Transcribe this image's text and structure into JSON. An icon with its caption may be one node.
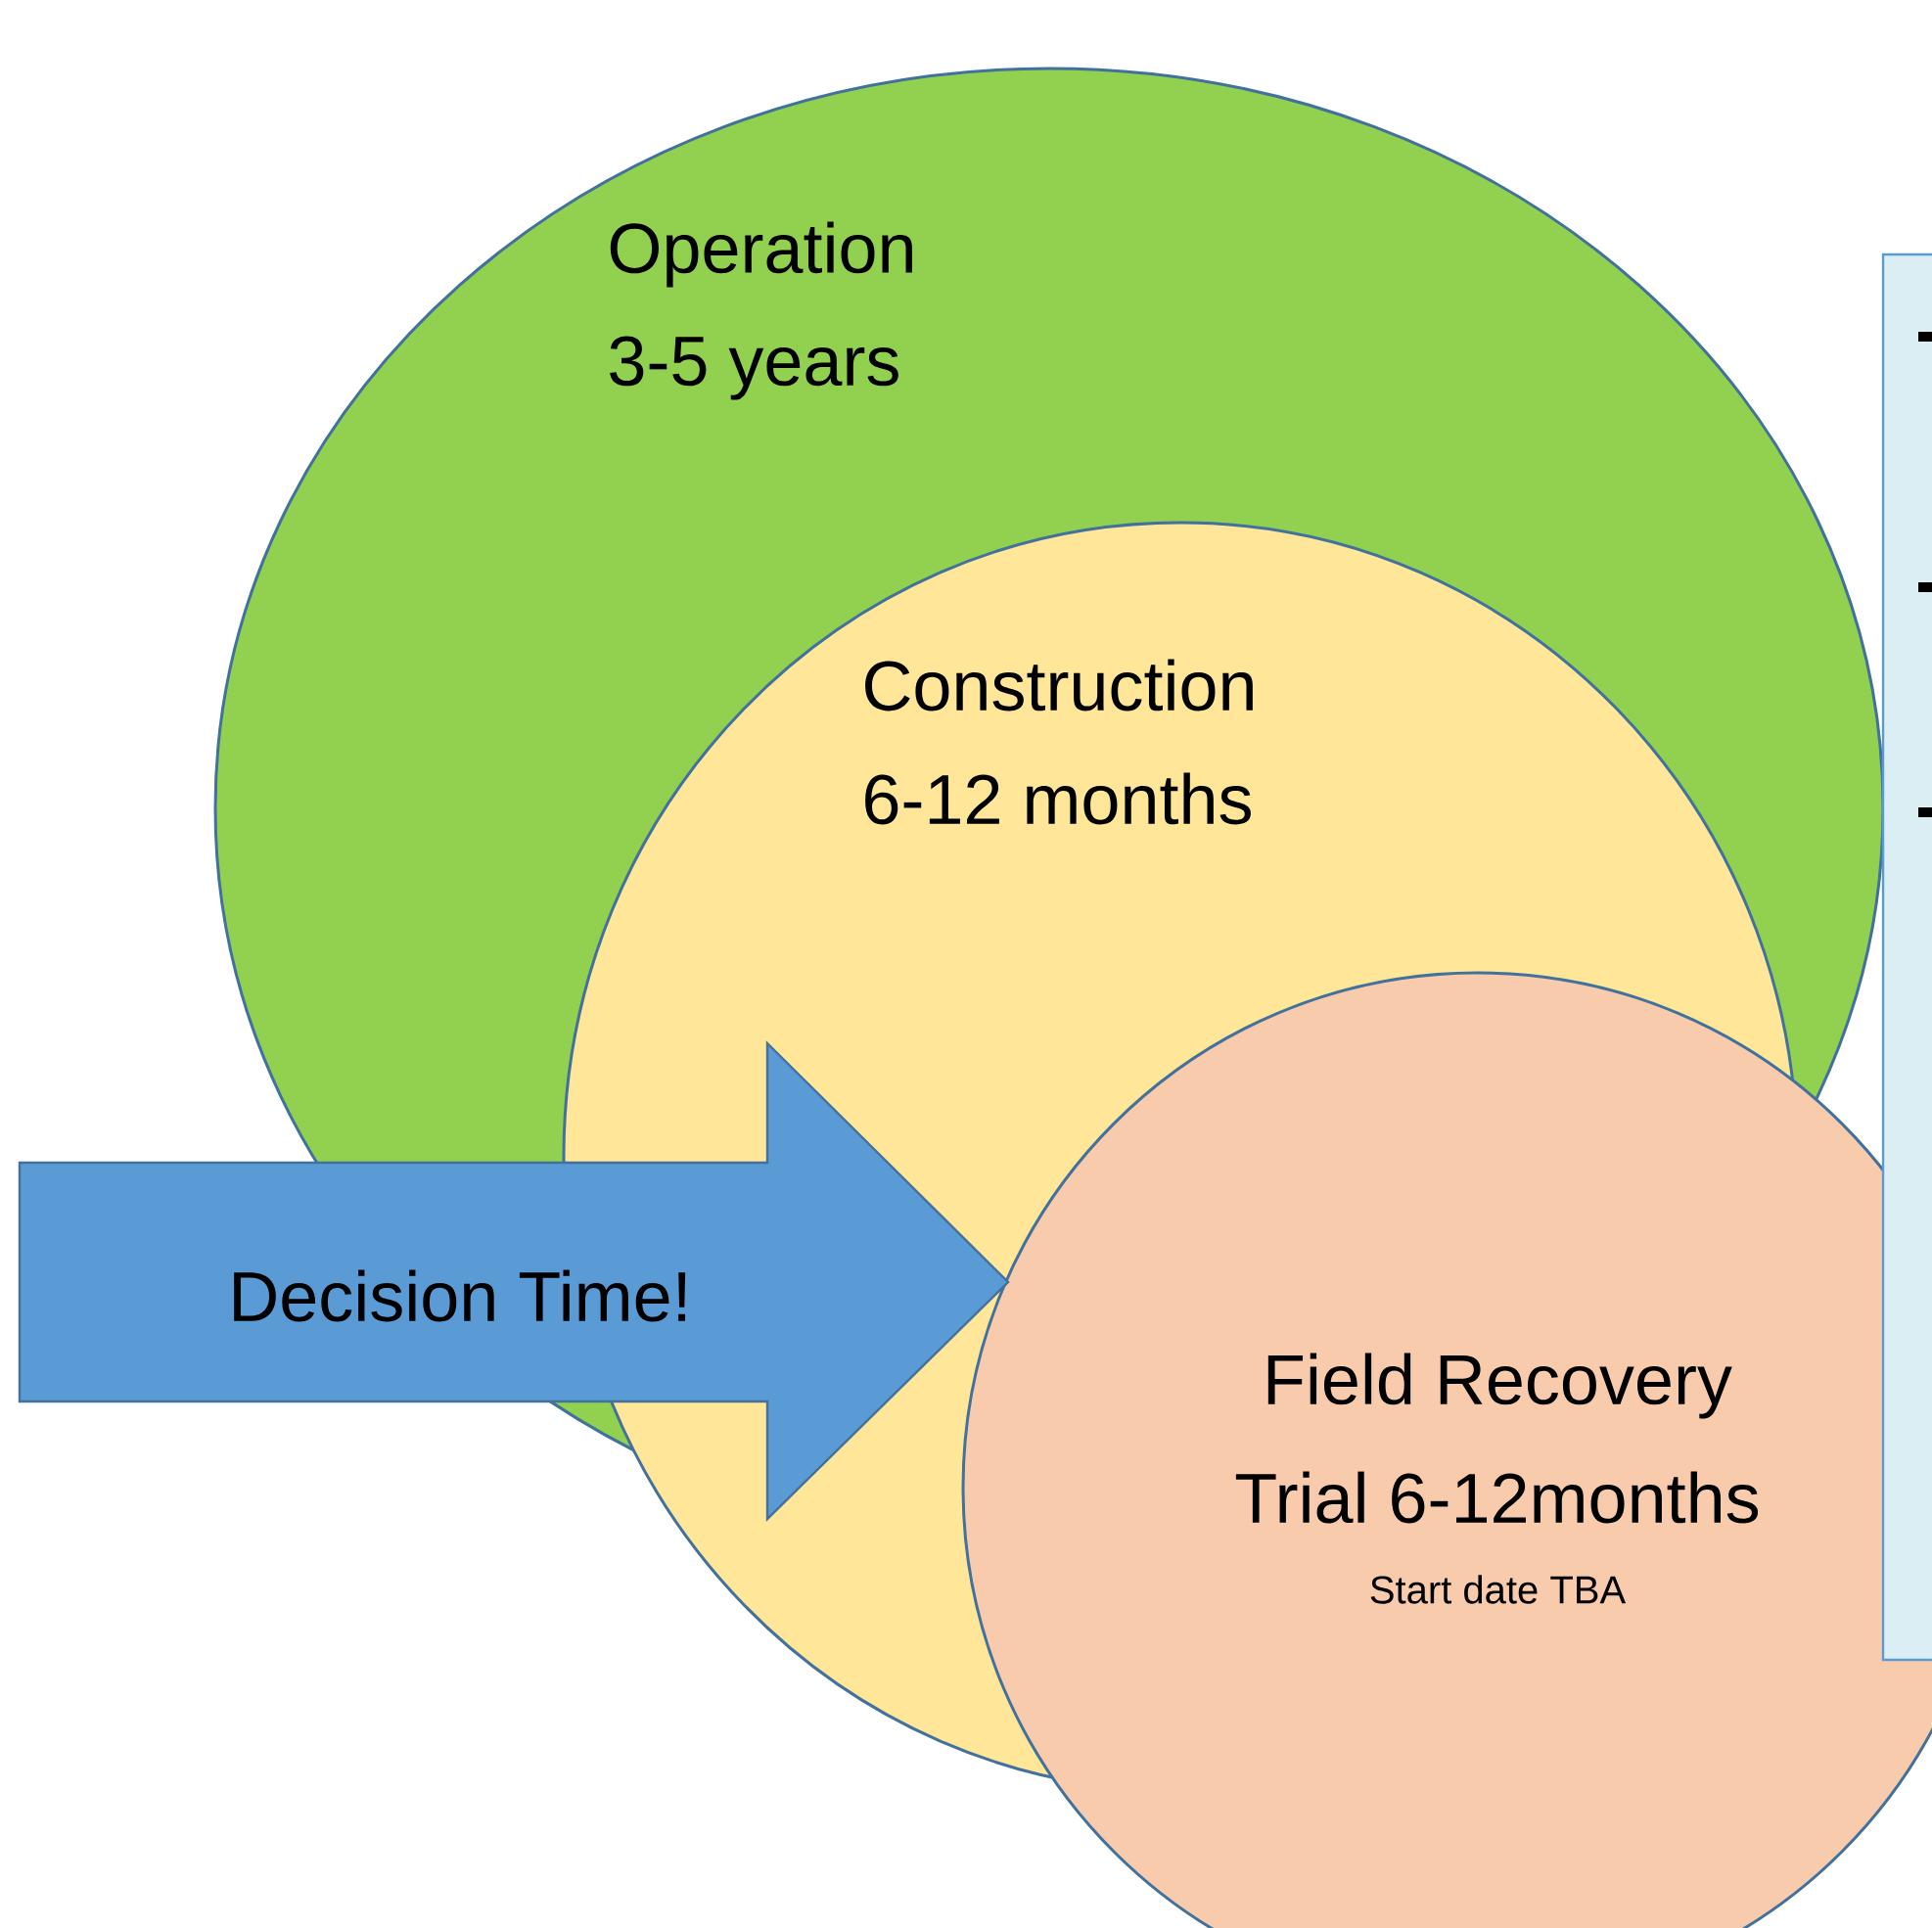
{
  "diagram": {
    "nodes": [
      {
        "text": [
          "Operation",
          "3-5 years"
        ]
      },
      {
        "text": [
          "Construction",
          "6-12 months"
        ]
      },
      {
        "text": [
          "Field Recovery",
          "Trial 6-12months",
          "Start date TBA"
        ]
      },
      {
        "text": [
          "Decision Time!"
        ]
      },
      {
        "text": [],
        "shape": "box"
      }
    ]
  }
}
